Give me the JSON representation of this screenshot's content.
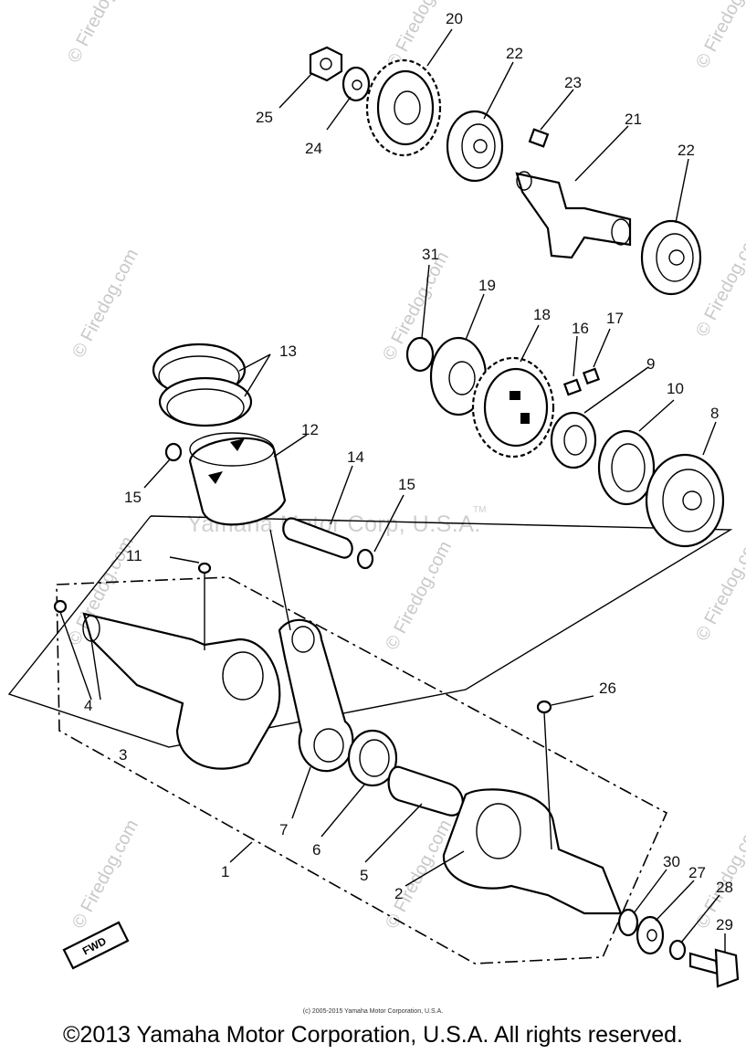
{
  "watermark": {
    "text": "© Firedog.com",
    "brand": "Yamaha Motor Corp, U.S.A.",
    "tm": "TM"
  },
  "labels": {
    "p1": "1",
    "p2": "2",
    "p3": "3",
    "p4": "4",
    "p5": "5",
    "p6": "6",
    "p7": "7",
    "p8": "8",
    "p9": "9",
    "p10": "10",
    "p11": "11",
    "p12": "12",
    "p13": "13",
    "p14": "14",
    "p15a": "15",
    "p15b": "15",
    "p16": "16",
    "p17": "17",
    "p18": "18",
    "p19": "19",
    "p20": "20",
    "p21": "21",
    "p22a": "22",
    "p22b": "22",
    "p23": "23",
    "p24": "24",
    "p25": "25",
    "p26": "26",
    "p27": "27",
    "p28": "28",
    "p29": "29",
    "p30": "30",
    "p31": "31"
  },
  "fwd_label": "FWD",
  "fine_print": "(c) 2005-2015 Yamaha Motor Corporation, U.S.A.",
  "copyright": "©2013 Yamaha Motor Corporation, U.S.A. All rights reserved."
}
